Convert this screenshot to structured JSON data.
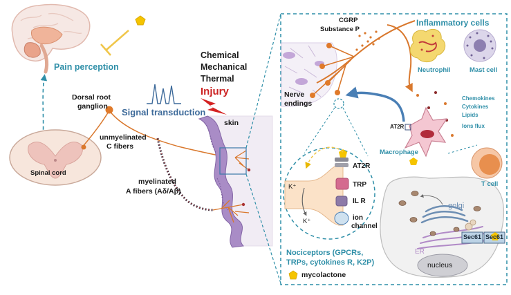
{
  "labels": {
    "pain_perception": "Pain perception",
    "dorsal_root_ganglion_1": "Dorsal root",
    "dorsal_root_ganglion_2": "ganglion",
    "signal_transduction": "Signal transduction",
    "stimuli_chemical": "Chemical",
    "stimuli_mechanical": "Mechanical",
    "stimuli_thermal": "Thermal",
    "injury": "Injury",
    "skin": "skin",
    "unmyelinated_1": "unmyelinated",
    "unmyelinated_2": "C fibers",
    "spinal_cord": "Spinal cord",
    "myelinated_1": "myelinated",
    "myelinated_2": "A fibers (Aδ/Aβ)",
    "cgrp": "CGRP",
    "substance_p": "Substance P",
    "inflammatory_cells": "Inflammatory cells",
    "neutrophil": "Neutrophil",
    "mast_cell": "Mast cell",
    "nerve_endings_1": "Nerve",
    "nerve_endings_2": "endings",
    "chemokines": "Chemokines",
    "cytokines": "Cytokines",
    "lipids": "Lipids",
    "ions_flux": "Ions flux",
    "at2r_macrophage": "AT2R",
    "macrophage": "Macrophage",
    "t_cell": "T cell",
    "k_plus_1": "K⁺",
    "k_plus_2": "K⁺",
    "at2r": "AT2R",
    "trp": "TRP",
    "il_r": "IL R",
    "ion_channel_1": "ion",
    "ion_channel_2": "channel",
    "golgi": "golgi",
    "er": "ER",
    "nucleus": "nucleus",
    "sec61_a": "Sec61",
    "sec61_b": "Sec61",
    "nociceptors_1": "Nociceptors (GPCRs,",
    "nociceptors_2": "TRPs, cytokines R, K2P)",
    "mycolactone": "mycolactone"
  },
  "colors": {
    "teal": "#2f8fa8",
    "nerve_orange": "#d9782d",
    "injury_red": "#cc2222",
    "skin_purple": "#9a77b8",
    "mycolactone_yellow": "#f5c400",
    "arrow_blue": "#4a7fb5"
  },
  "icons": [
    "brain-icon",
    "spinal-cord-icon",
    "lightning-bolt-icon",
    "neutrophil-icon",
    "mast-cell-icon",
    "macrophage-icon",
    "t-cell-icon",
    "mycolactone-pentagon-icon"
  ]
}
